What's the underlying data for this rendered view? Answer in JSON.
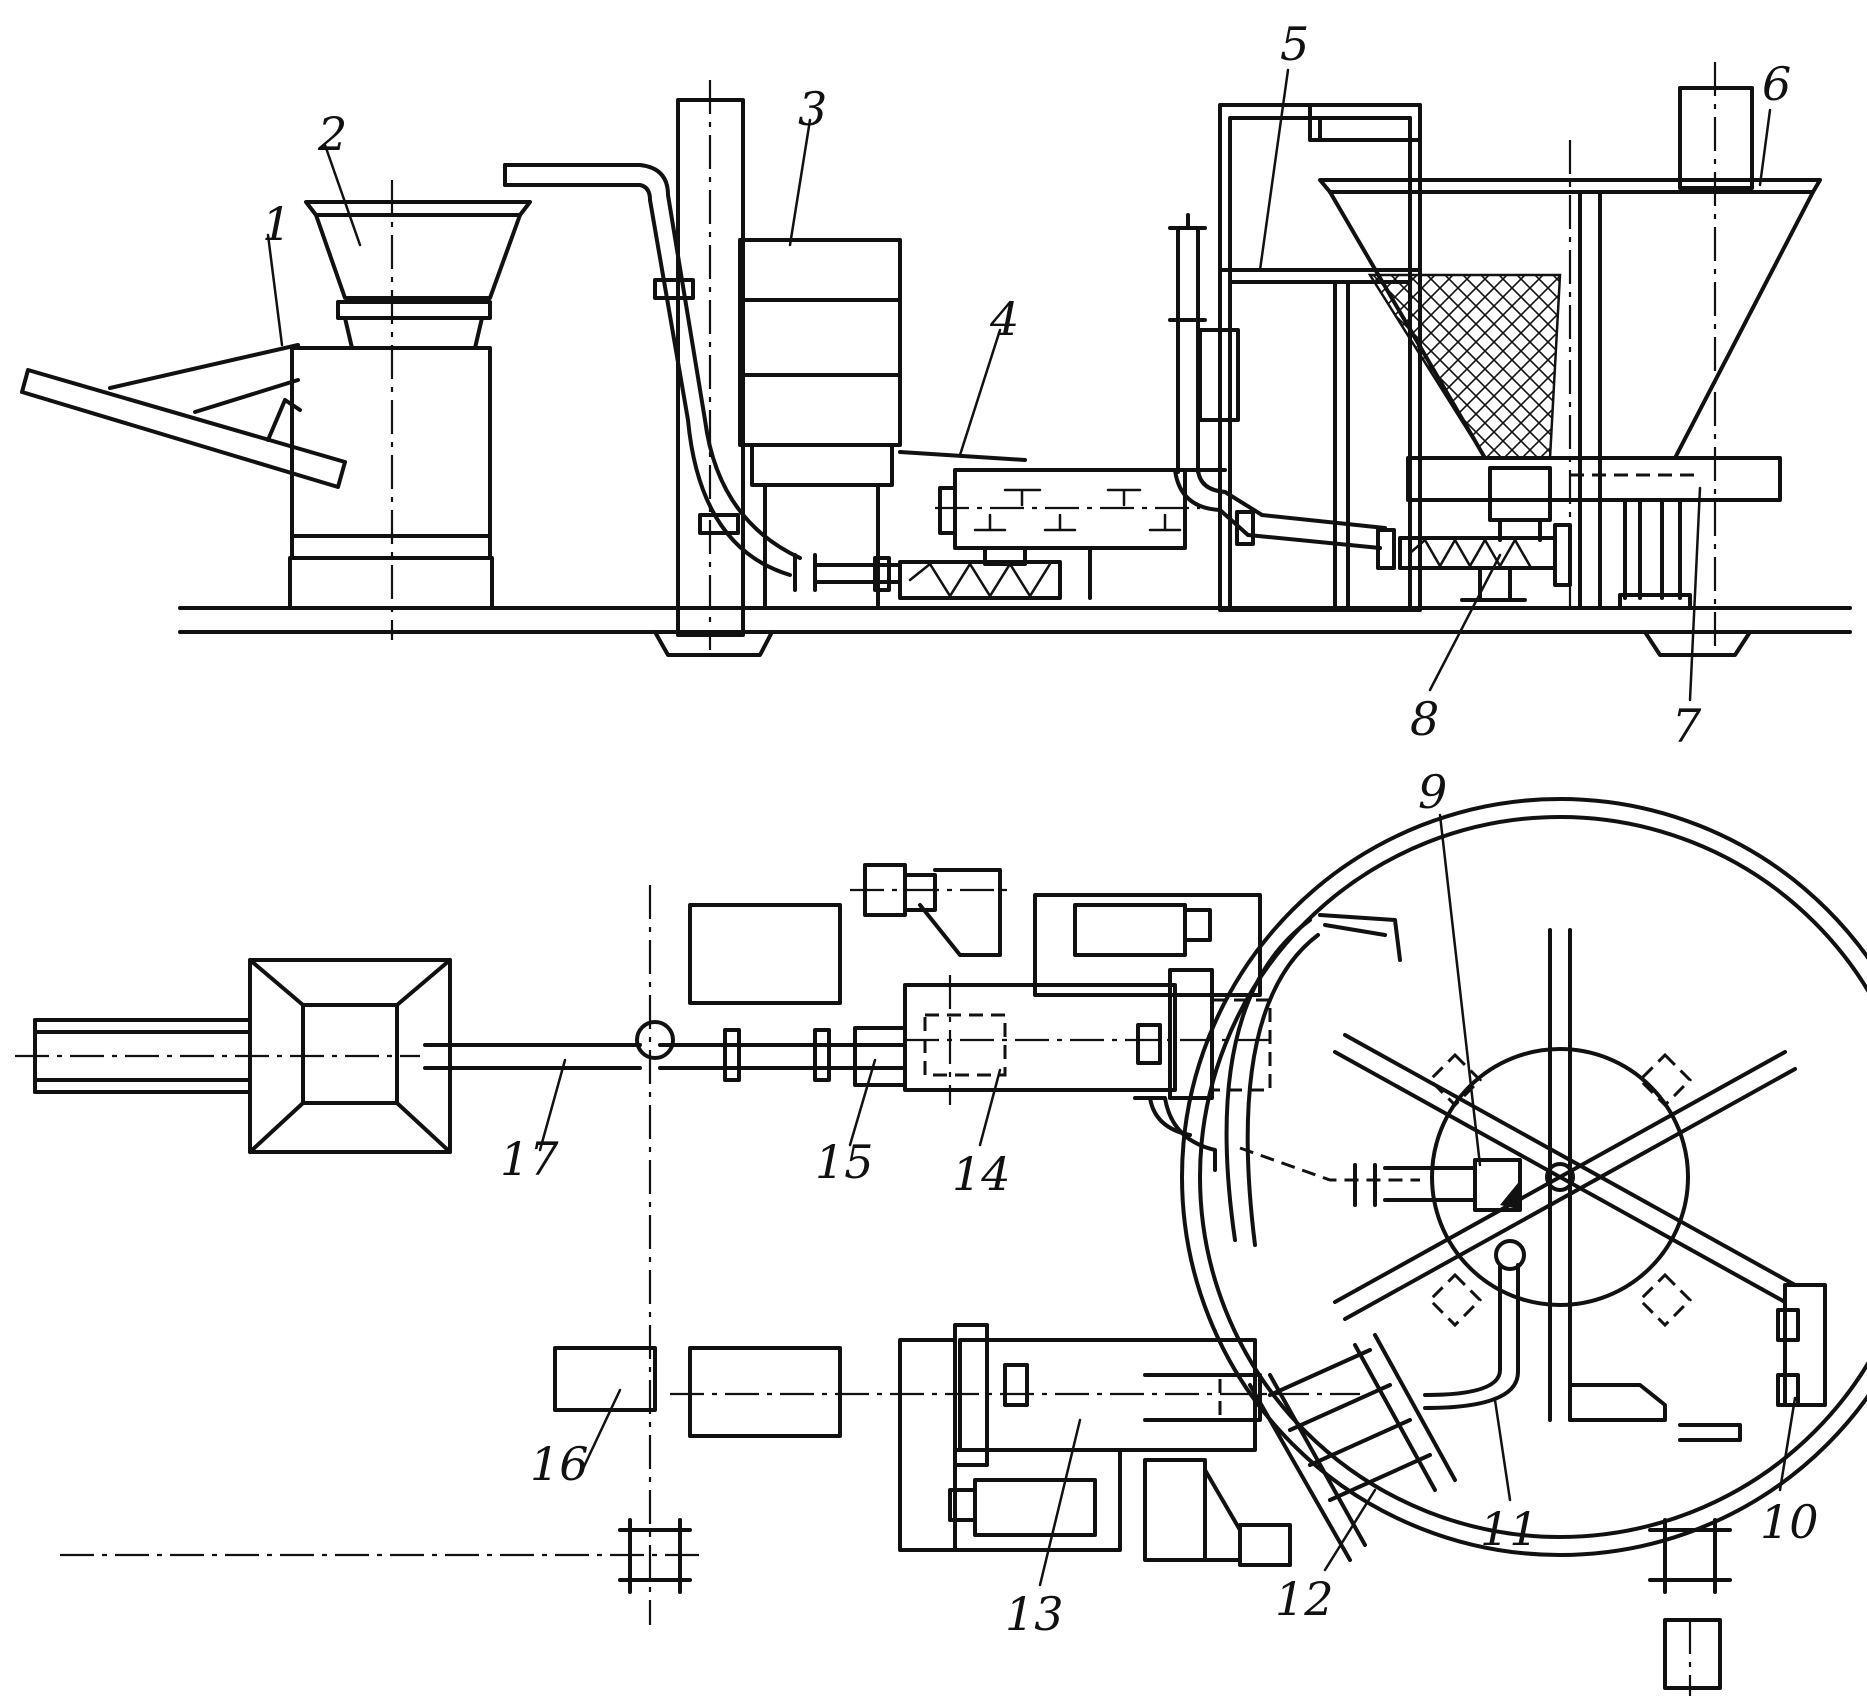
{
  "callouts": {
    "c1": "1",
    "c2": "2",
    "c3": "3",
    "c4": "4",
    "c5": "5",
    "c6": "6",
    "c7": "7",
    "c8": "8",
    "c9": "9",
    "c10": "10",
    "c11": "11",
    "c12": "12",
    "c13": "13",
    "c14": "14",
    "c15": "15",
    "c16": "16",
    "c17": "17"
  },
  "colors": {
    "ink": "#111111",
    "paper": "#ffffff"
  }
}
